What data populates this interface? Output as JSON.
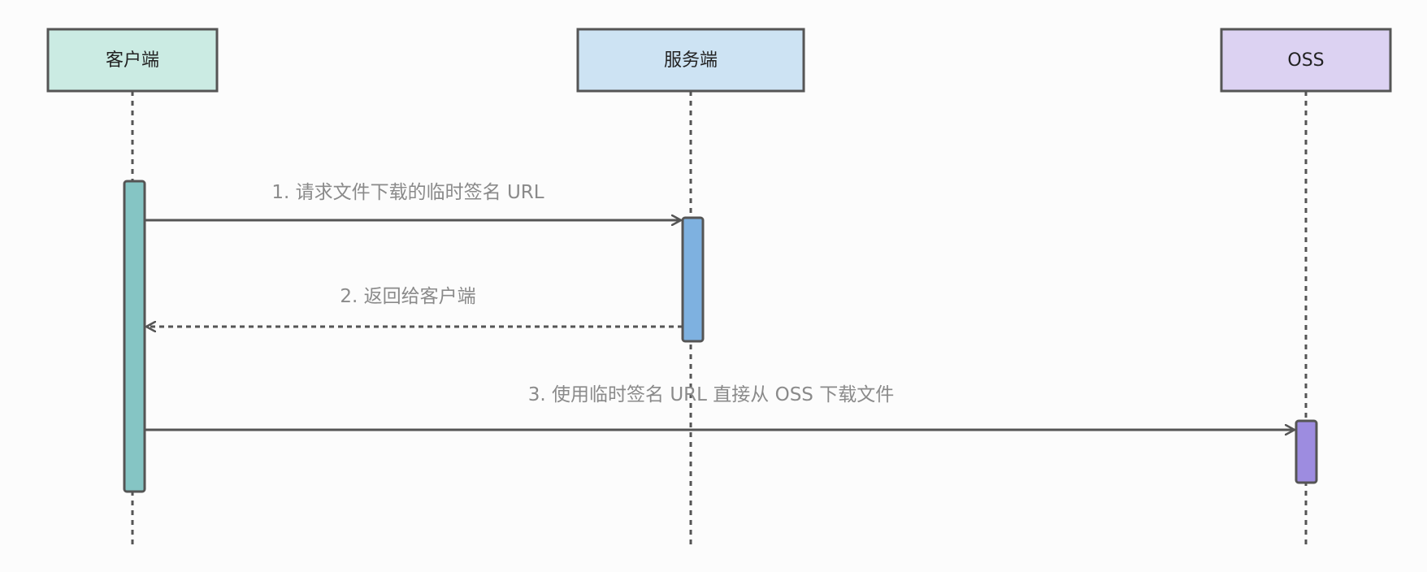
{
  "diagram": {
    "type": "sequence",
    "participants": [
      {
        "id": "client",
        "label": "客户端",
        "fill": "#cbebe3",
        "activation_fill": "#85c5c4"
      },
      {
        "id": "server",
        "label": "服务端",
        "fill": "#cde3f3",
        "activation_fill": "#7eb1e0"
      },
      {
        "id": "oss",
        "label": "OSS",
        "fill": "#dcd2f2",
        "activation_fill": "#9d8ce0"
      }
    ],
    "messages": [
      {
        "from": "client",
        "to": "server",
        "style": "solid",
        "label": "1. 请求文件下载的临时签名 URL"
      },
      {
        "from": "server",
        "to": "client",
        "style": "dashed",
        "label": "2. 返回给客户端"
      },
      {
        "from": "client",
        "to": "oss",
        "style": "solid",
        "label": "3. 使用临时签名 URL 直接从 OSS 下载文件"
      }
    ],
    "colors": {
      "stroke": "#555555",
      "label": "#8a8a8a",
      "actor_text": "#222222",
      "background": "#fcfcfc"
    }
  }
}
